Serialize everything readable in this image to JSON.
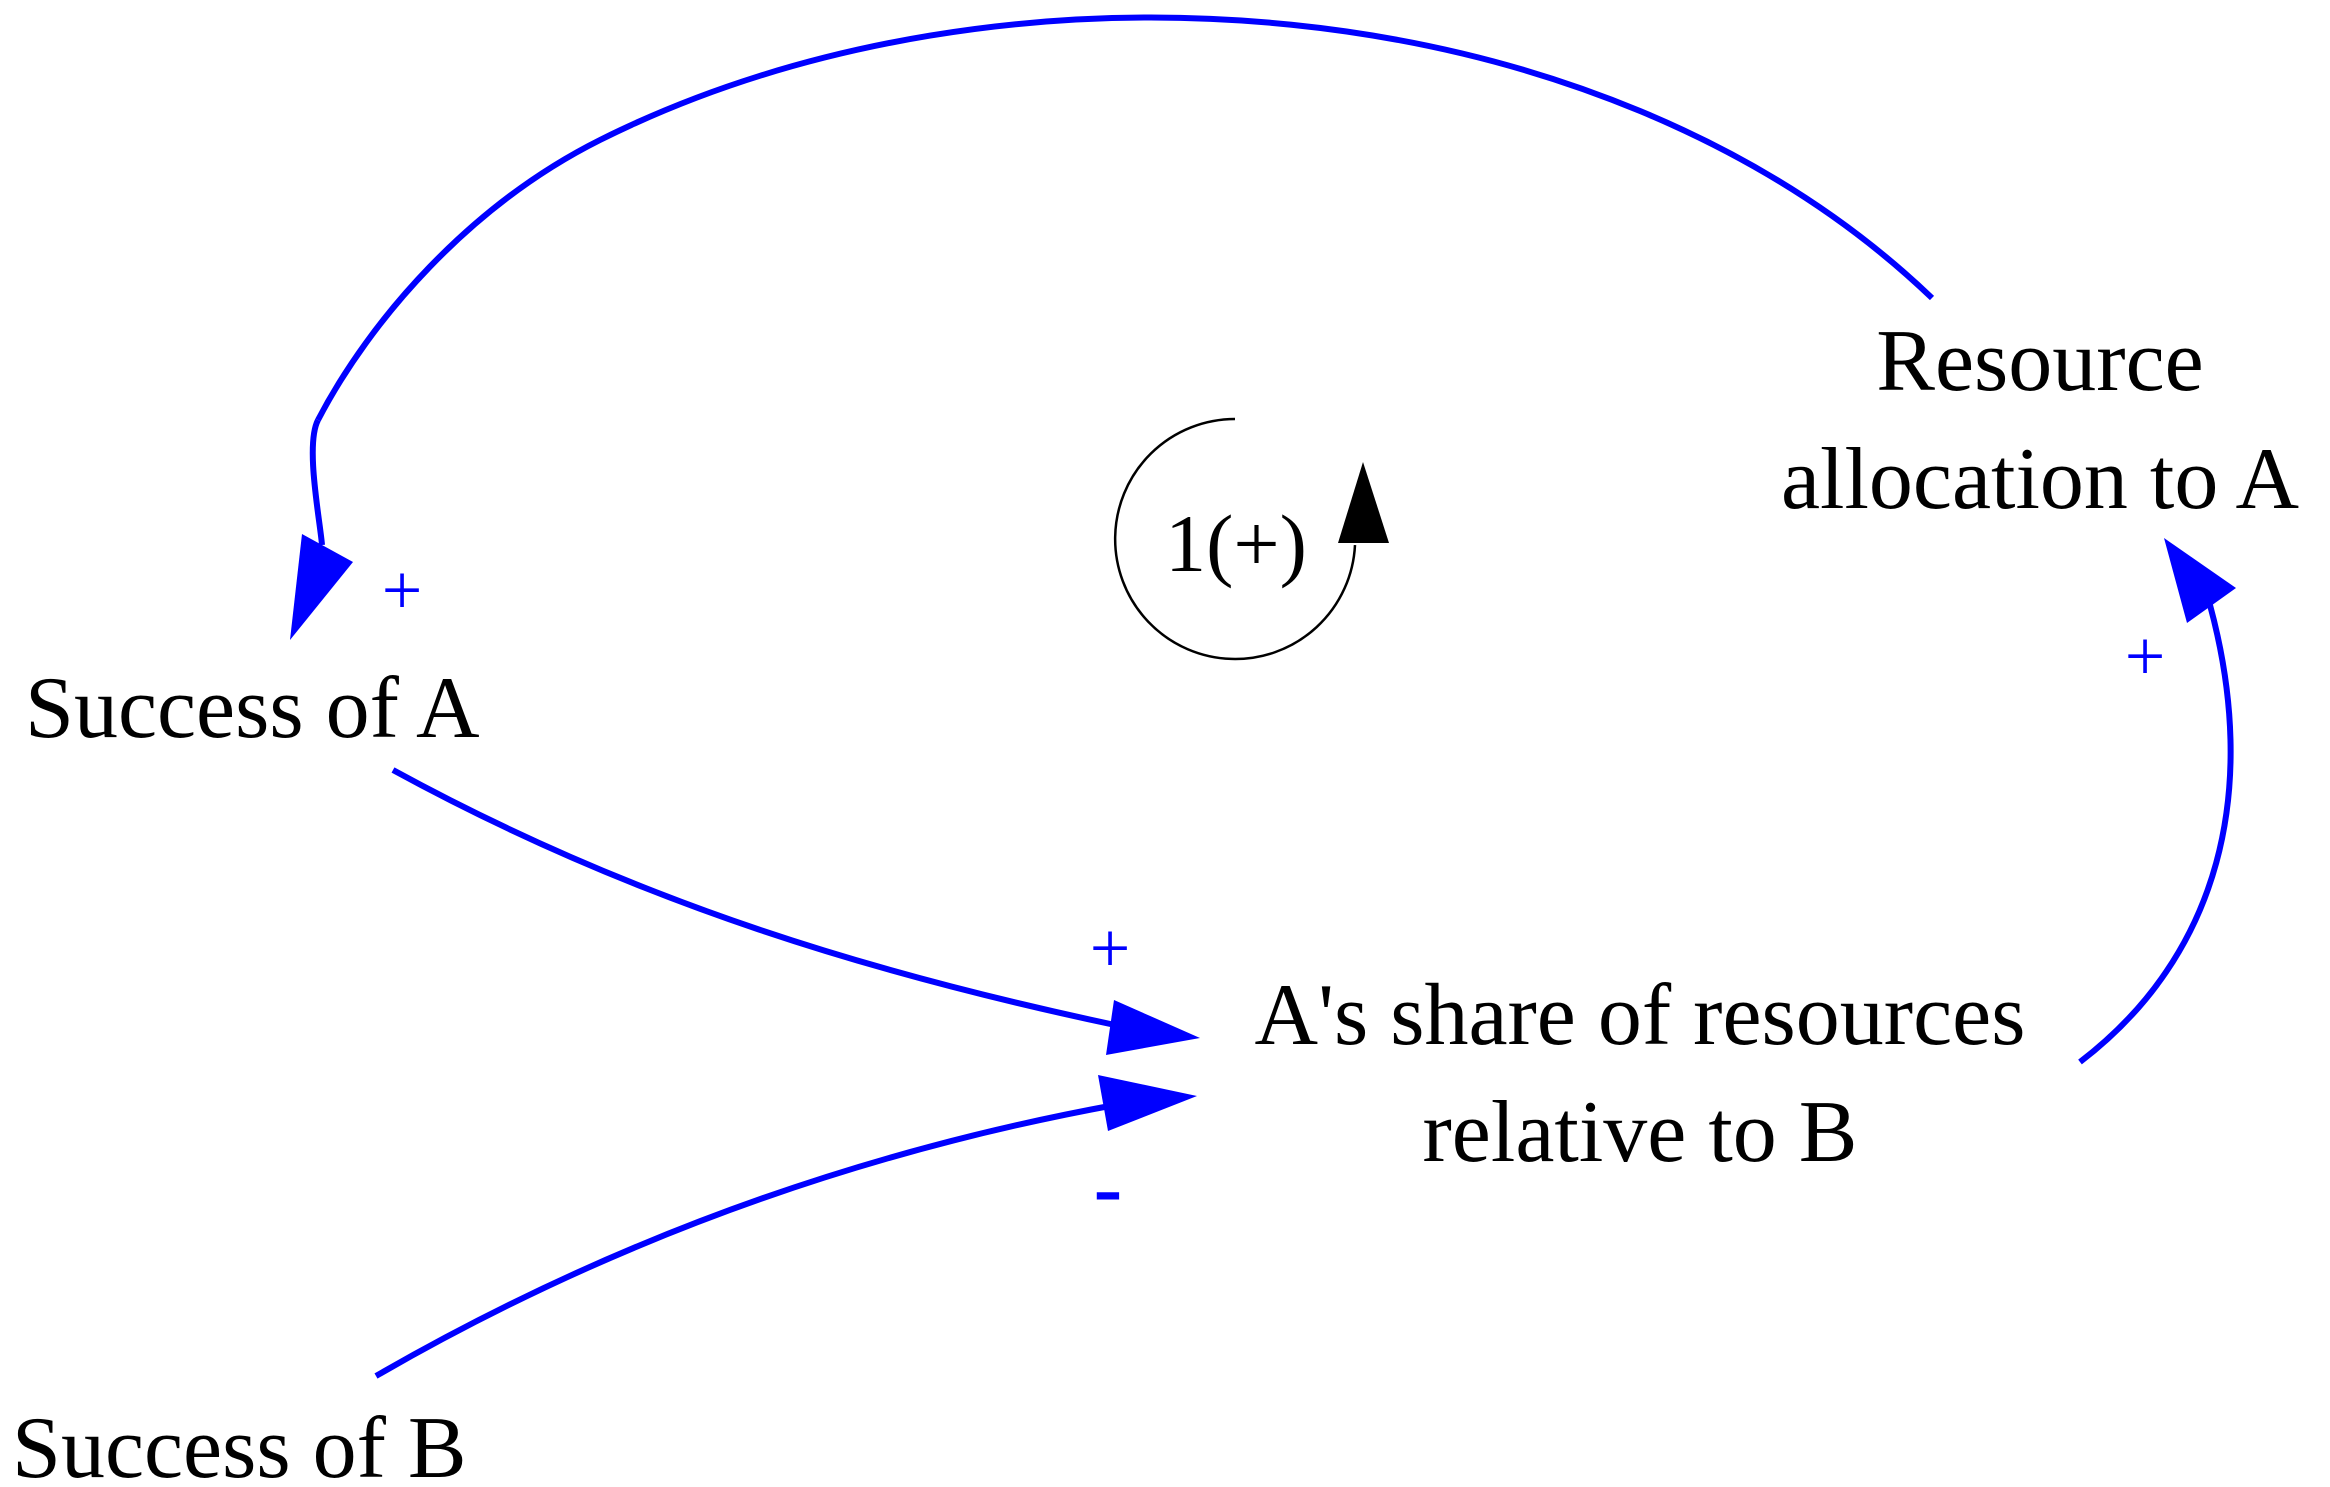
{
  "nodes": {
    "success_a": "Success of A",
    "success_b": "Success of B",
    "share": {
      "line1": "A's share of resources",
      "line2": "relative to B"
    },
    "allocation": {
      "line1": "Resource",
      "line2": "allocation to A"
    }
  },
  "loop": {
    "label": "1(+)"
  },
  "polarities": {
    "allocation_to_success_a": "+",
    "success_a_to_share": "+",
    "success_b_to_share": "-",
    "share_to_allocation": "+"
  },
  "colors": {
    "link": "#0000ff",
    "text": "#000000",
    "loop_marker": "#000000"
  }
}
